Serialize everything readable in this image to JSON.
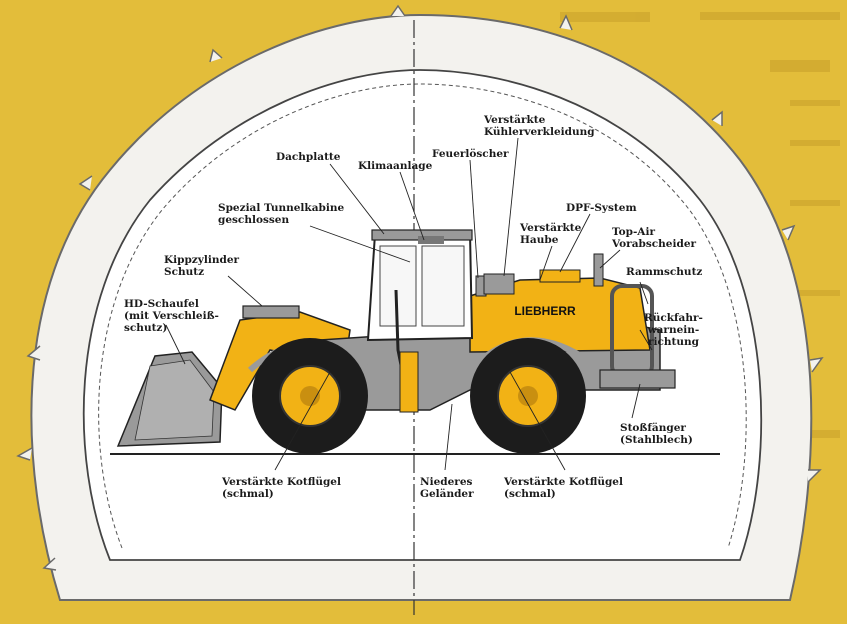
{
  "labels": {
    "dachplatte": "Dachplatte",
    "klimaanlage": "Klimaanlage",
    "feuerloescher": "Feuerlöscher",
    "kuehler": "Verstärkte\nKühlerverkleidung",
    "kabine": "Spezial Tunnelkabine\ngeschlossen",
    "haube": "Verstärkte\nHaube",
    "dpf": "DPF-System",
    "topair": "Top-Air\nVorabscheider",
    "kippzylinder": "Kippzylinder\nSchutz",
    "rammschutz": "Rammschutz",
    "schaufel": "HD-Schaufel\n(mit Verschleiß-\nschutz)",
    "rueckfahr": "Rückfahr-\nwarnein-\nrichtung",
    "stossfaenger": "Stoßfänger\n(Stahlblech)",
    "kotfluegel_front": "Verstärkte Kotflügel\n(schmal)",
    "gelaender": "Niederes\nGeländer",
    "kotfluegel_rear": "Verstärkte Kotflügel\n(schmal)"
  },
  "brand": "LIEBHERR",
  "colors": {
    "page": "#e3bd3a",
    "tunnel": "#f3f2ee",
    "machine_yellow": "#f2b215",
    "machine_grey": "#9a9a9a",
    "tire": "#1c1c1c"
  }
}
